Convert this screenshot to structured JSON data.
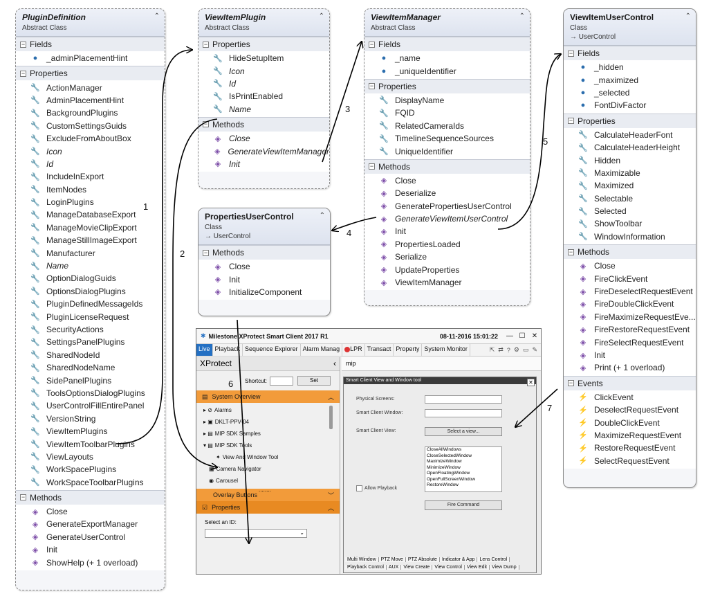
{
  "classes": {
    "plugin_definition": {
      "name": "PluginDefinition",
      "stereotype": "Abstract Class",
      "fields_label": "Fields",
      "fields": [
        "_adminPlacementHint"
      ],
      "properties_label": "Properties",
      "properties": [
        {
          "t": "ActionManager",
          "i": false
        },
        {
          "t": "AdminPlacementHint",
          "i": false
        },
        {
          "t": "BackgroundPlugins",
          "i": false
        },
        {
          "t": "CustomSettingsGuids",
          "i": false
        },
        {
          "t": "ExcludeFromAboutBox",
          "i": false
        },
        {
          "t": "Icon",
          "i": true
        },
        {
          "t": "Id",
          "i": true
        },
        {
          "t": "IncludeInExport",
          "i": false
        },
        {
          "t": "ItemNodes",
          "i": false
        },
        {
          "t": "LoginPlugins",
          "i": false
        },
        {
          "t": "ManageDatabaseExport",
          "i": false
        },
        {
          "t": "ManageMovieClipExport",
          "i": false
        },
        {
          "t": "ManageStillImageExport",
          "i": false
        },
        {
          "t": "Manufacturer",
          "i": false
        },
        {
          "t": "Name",
          "i": true
        },
        {
          "t": "OptionDialogGuids",
          "i": false
        },
        {
          "t": "OptionsDialogPlugins",
          "i": false
        },
        {
          "t": "PluginDefinedMessageIds",
          "i": false
        },
        {
          "t": "PluginLicenseRequest",
          "i": false
        },
        {
          "t": "SecurityActions",
          "i": false
        },
        {
          "t": "SettingsPanelPlugins",
          "i": false
        },
        {
          "t": "SharedNodeId",
          "i": false
        },
        {
          "t": "SharedNodeName",
          "i": false
        },
        {
          "t": "SidePanelPlugins",
          "i": false
        },
        {
          "t": "ToolsOptionsDialogPlugins",
          "i": false
        },
        {
          "t": "UserControlFillEntirePanel",
          "i": false
        },
        {
          "t": "VersionString",
          "i": false
        },
        {
          "t": "ViewItemPlugins",
          "i": false
        },
        {
          "t": "ViewItemToolbarPlugins",
          "i": false
        },
        {
          "t": "ViewLayouts",
          "i": false
        },
        {
          "t": "WorkSpacePlugins",
          "i": false
        },
        {
          "t": "WorkSpaceToolbarPlugins",
          "i": false
        }
      ],
      "methods_label": "Methods",
      "methods": [
        {
          "t": "Close",
          "i": false
        },
        {
          "t": "GenerateExportManager",
          "i": false
        },
        {
          "t": "GenerateUserControl",
          "i": false
        },
        {
          "t": "Init",
          "i": false
        },
        {
          "t": "ShowHelp (+ 1 overload)",
          "i": false
        }
      ]
    },
    "view_item_plugin": {
      "name": "ViewItemPlugin",
      "stereotype": "Abstract Class",
      "properties_label": "Properties",
      "properties": [
        {
          "t": "HideSetupItem",
          "i": false
        },
        {
          "t": "Icon",
          "i": true
        },
        {
          "t": "Id",
          "i": true
        },
        {
          "t": "IsPrintEnabled",
          "i": false
        },
        {
          "t": "Name",
          "i": true
        }
      ],
      "methods_label": "Methods",
      "methods": [
        {
          "t": "Close",
          "i": true
        },
        {
          "t": "GenerateViewItemManager",
          "i": true
        },
        {
          "t": "Init",
          "i": true
        }
      ]
    },
    "properties_user_control": {
      "name": "PropertiesUserControl",
      "stereotype": "Class",
      "base": "UserControl",
      "methods_label": "Methods",
      "methods": [
        {
          "t": "Close",
          "i": false
        },
        {
          "t": "Init",
          "i": false
        },
        {
          "t": "InitializeComponent",
          "i": false
        }
      ]
    },
    "view_item_manager": {
      "name": "ViewItemManager",
      "stereotype": "Abstract Class",
      "fields_label": "Fields",
      "fields": [
        "_name",
        "_uniqueIdentifier"
      ],
      "properties_label": "Properties",
      "properties": [
        {
          "t": "DisplayName",
          "i": false
        },
        {
          "t": "FQID",
          "i": false
        },
        {
          "t": "RelatedCameraIds",
          "i": false
        },
        {
          "t": "TimelineSequenceSources",
          "i": false
        },
        {
          "t": "UniqueIdentifier",
          "i": false
        }
      ],
      "methods_label": "Methods",
      "methods": [
        {
          "t": "Close",
          "i": false
        },
        {
          "t": "Deserialize",
          "i": false
        },
        {
          "t": "GeneratePropertiesUserControl",
          "i": false
        },
        {
          "t": "GenerateViewItemUserControl",
          "i": true
        },
        {
          "t": "Init",
          "i": false
        },
        {
          "t": "PropertiesLoaded",
          "i": false
        },
        {
          "t": "Serialize",
          "i": false
        },
        {
          "t": "UpdateProperties",
          "i": false
        },
        {
          "t": "ViewItemManager",
          "i": false
        }
      ]
    },
    "view_item_user_control": {
      "name": "ViewItemUserControl",
      "stereotype": "Class",
      "base": "UserControl",
      "fields_label": "Fields",
      "fields": [
        "_hidden",
        "_maximized",
        "_selected",
        "FontDivFactor"
      ],
      "properties_label": "Properties",
      "properties": [
        {
          "t": "CalculateHeaderFont",
          "i": false
        },
        {
          "t": "CalculateHeaderHeight",
          "i": false
        },
        {
          "t": "Hidden",
          "i": false
        },
        {
          "t": "Maximizable",
          "i": false
        },
        {
          "t": "Maximized",
          "i": false
        },
        {
          "t": "Selectable",
          "i": false
        },
        {
          "t": "Selected",
          "i": false
        },
        {
          "t": "ShowToolbar",
          "i": false
        },
        {
          "t": "WindowInformation",
          "i": false
        }
      ],
      "methods_label": "Methods",
      "methods": [
        {
          "t": "Close",
          "i": false
        },
        {
          "t": "FireClickEvent",
          "i": false
        },
        {
          "t": "FireDeselectRequestEvent",
          "i": false
        },
        {
          "t": "FireDoubleClickEvent",
          "i": false
        },
        {
          "t": "FireMaximizeRequestEve...",
          "i": false
        },
        {
          "t": "FireRestoreRequestEvent",
          "i": false
        },
        {
          "t": "FireSelectRequestEvent",
          "i": false
        },
        {
          "t": "Init",
          "i": false
        },
        {
          "t": "Print (+ 1 overload)",
          "i": false
        }
      ],
      "events_label": "Events",
      "events": [
        {
          "t": "ClickEvent",
          "i": false
        },
        {
          "t": "DeselectRequestEvent",
          "i": false
        },
        {
          "t": "DoubleClickEvent",
          "i": false
        },
        {
          "t": "MaximizeRequestEvent",
          "i": false
        },
        {
          "t": "RestoreRequestEvent",
          "i": false
        },
        {
          "t": "SelectRequestEvent",
          "i": false
        }
      ]
    }
  },
  "arrow_labels": {
    "a1": "1",
    "a2": "2",
    "a3": "3",
    "a4": "4",
    "a5": "5",
    "a6": "6",
    "a7": "7"
  },
  "icons": {
    "field": "field-icon",
    "property": "wrench-icon",
    "method": "cube-icon",
    "event": "lightning-icon",
    "collapse": "double-chevron-up-icon"
  },
  "colors": {
    "method_icon": "#7d4ea8",
    "field_icon": "#2b6dad",
    "event_icon": "#e08a16",
    "active_tab": "#2470c3",
    "panel_orange": "#f29b3a"
  },
  "screenshot": {
    "title": "Milestone XProtect Smart Client 2017 R1",
    "datetime": "08-11-2016 15:01:22",
    "tabs": [
      "Live",
      "Playback",
      "Sequence Explorer",
      "Alarm Manag",
      "LPR",
      "Transact",
      "Property",
      "System Monitor"
    ],
    "left_header": "XProtect",
    "shortcut_label": "Shortcut:",
    "set_button": "Set",
    "system_overview": "System Overview",
    "tree": [
      "Alarms",
      "DKLT-PPV-04",
      "MIP SDK Samples",
      "MIP SDK Tools",
      "View And Window Tool",
      "Camera Navigator",
      "Carousel"
    ],
    "tree_ellipsis": "........",
    "overlay_buttons": "Overlay Buttons",
    "properties": "Properties",
    "select_id_label": "Select an ID:",
    "mip_label": "mip",
    "dialog": {
      "title": "Smart Client View and Window tool",
      "physical_screens": "Physical Screens:",
      "smart_client_window": "Smart Client Window:",
      "smart_client_view": "Smart Client View:",
      "select_view": "Select a view...",
      "commands": [
        "CloseAllWindows",
        "CloseSelectedWindow",
        "MaximizeWindow",
        "MinimizeWindow",
        "OpenFloatingWindow",
        "OpenFullScreenWindow",
        "RestoreWindow"
      ],
      "allow_playback": "Allow Playback",
      "fire_command": "Fire Command",
      "tabs_row1": [
        "Multi Window",
        "PTZ Move",
        "PTZ Absolute",
        "Indicator & App",
        "Lens Control"
      ],
      "tabs_row2": [
        "Playback Control",
        "AUX",
        "View Create",
        "View Control",
        "View Edit",
        "View Dump"
      ]
    }
  }
}
